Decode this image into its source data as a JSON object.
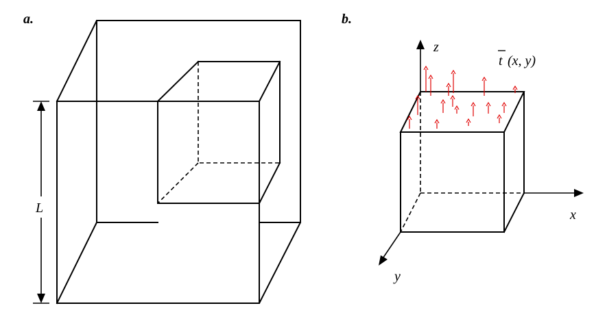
{
  "panel_a": {
    "label": "a.",
    "dimension_label": "L"
  },
  "panel_b": {
    "label": "b.",
    "axis_labels": {
      "x": "x",
      "y": "y",
      "z": "z"
    },
    "traction_label": {
      "bar": "t",
      "args": "(x, y)"
    },
    "traction_arrow_count": 17
  },
  "colors": {
    "lines": "#000000",
    "traction": "#e00000",
    "background": "#ffffff"
  }
}
